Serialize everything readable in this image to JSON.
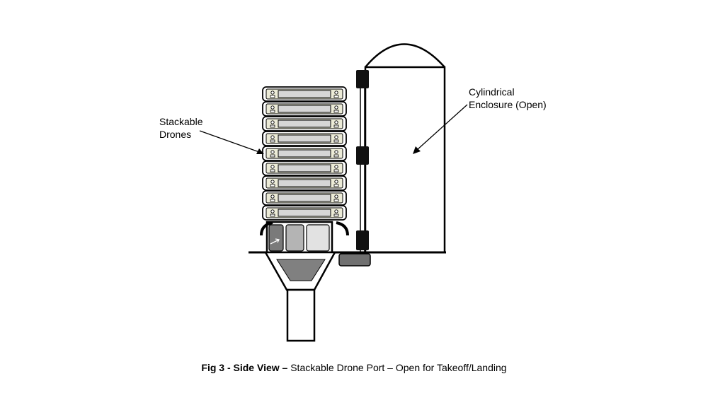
{
  "diagram": {
    "labels": {
      "stackable_drones": [
        "Stackable",
        "Drones"
      ],
      "cylindrical_enclosure": [
        "Cylindrical",
        "Enclosure (Open)"
      ]
    },
    "caption": {
      "bold": "Fig 3 - Side View –",
      "rest": " Stackable Drone Port – Open for Takeoff/Landing"
    },
    "drone_count": 9,
    "colors": {
      "drone_body": "#d6d6d6",
      "drone_panel": "#ecebd7",
      "funnel_fill": "#808080",
      "bin_dark": "#7a7a7a",
      "bin_mid": "#b4b4b4",
      "bin_light": "#e2e2e2",
      "actuator": "#707070",
      "hinge": "#111111"
    }
  }
}
